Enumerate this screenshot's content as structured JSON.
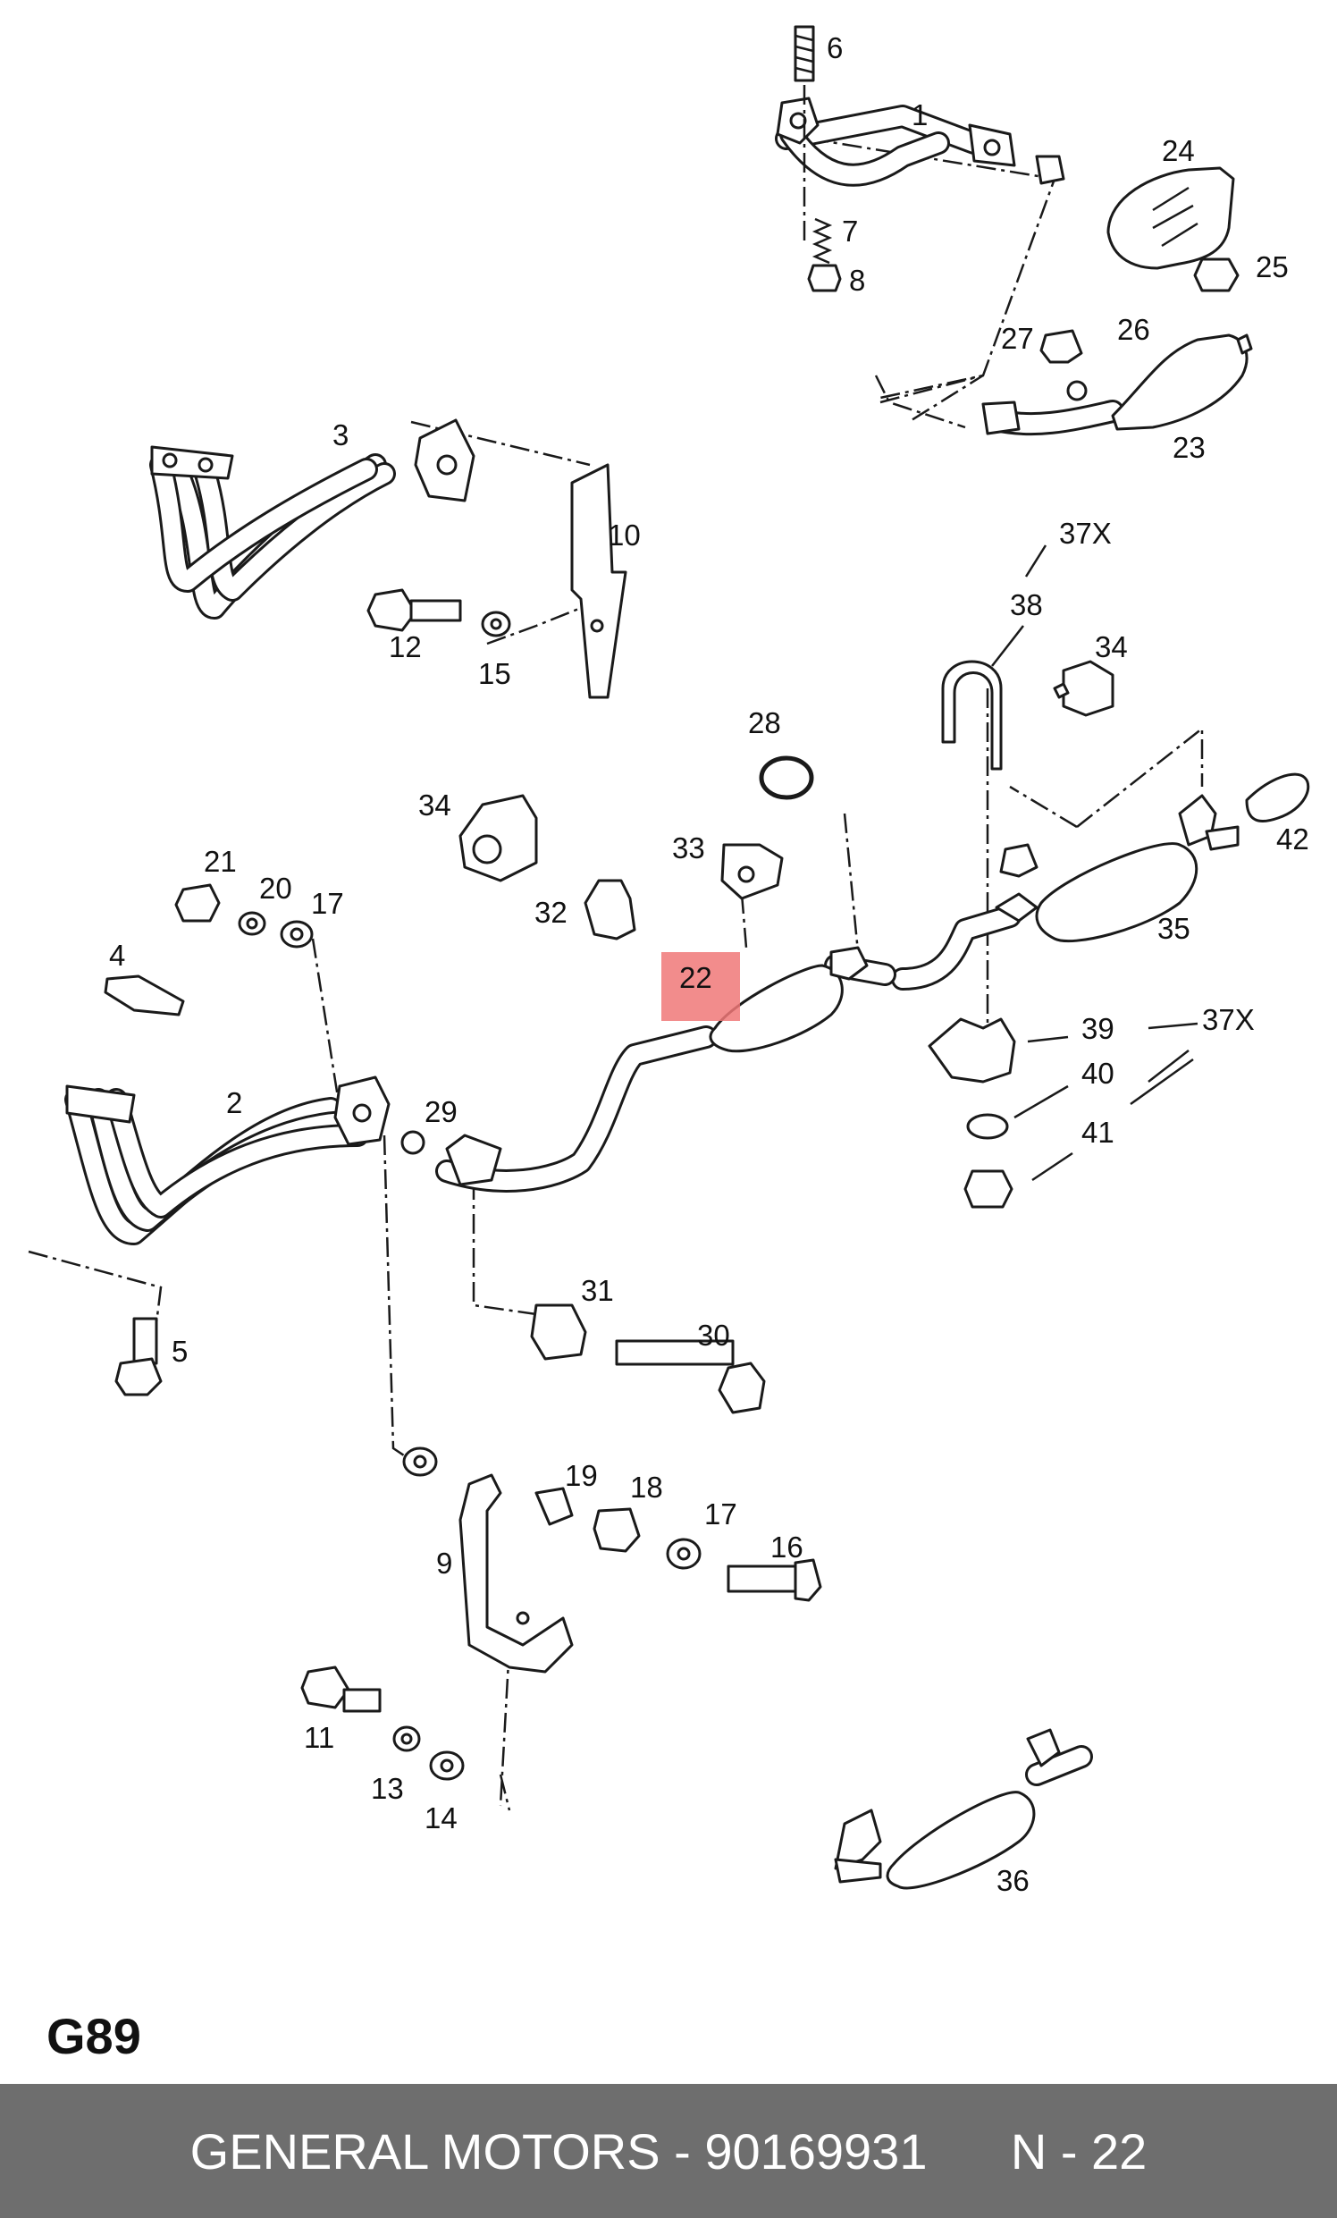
{
  "diagram": {
    "page_code": "G89",
    "highlight_color": "#f07878",
    "part_labels": [
      "1",
      "2",
      "3",
      "4",
      "5",
      "6",
      "7",
      "8",
      "9",
      "10",
      "11",
      "12",
      "13",
      "14",
      "15",
      "16",
      "17",
      "17",
      "18",
      "19",
      "20",
      "21",
      "22",
      "23",
      "24",
      "25",
      "26",
      "27",
      "28",
      "29",
      "30",
      "31",
      "32",
      "33",
      "34",
      "34",
      "35",
      "36",
      "37X",
      "37X",
      "38",
      "39",
      "40",
      "41",
      "42"
    ],
    "highlighted_part": "22"
  },
  "footer": {
    "text": "GENERAL MOTORS - 90169931      N - 22",
    "background": "#6e6e6e",
    "text_color": "#ffffff"
  }
}
